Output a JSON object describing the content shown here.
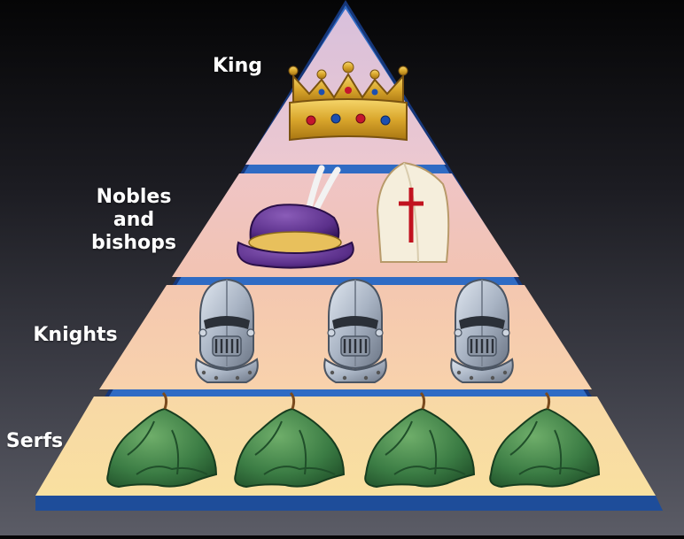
{
  "tiers": [
    {
      "id": "king",
      "label": "King",
      "icon": "crown-icon"
    },
    {
      "id": "nobles",
      "label": "Nobles\nand\nbishops",
      "icon": "noble-hat-and-mitre-icon"
    },
    {
      "id": "knights",
      "label": "Knights",
      "icon": "knight-helmet-icon"
    },
    {
      "id": "serfs",
      "label": "Serfs",
      "icon": "serf-cap-icon"
    }
  ],
  "colors": {
    "pyramid_border": "#1d4e9c",
    "king_band": "#dcc3d9",
    "nobles_band": "#f0c1b8",
    "knights_band": "#f6cdb0",
    "serfs_band": "#f8dda2"
  }
}
